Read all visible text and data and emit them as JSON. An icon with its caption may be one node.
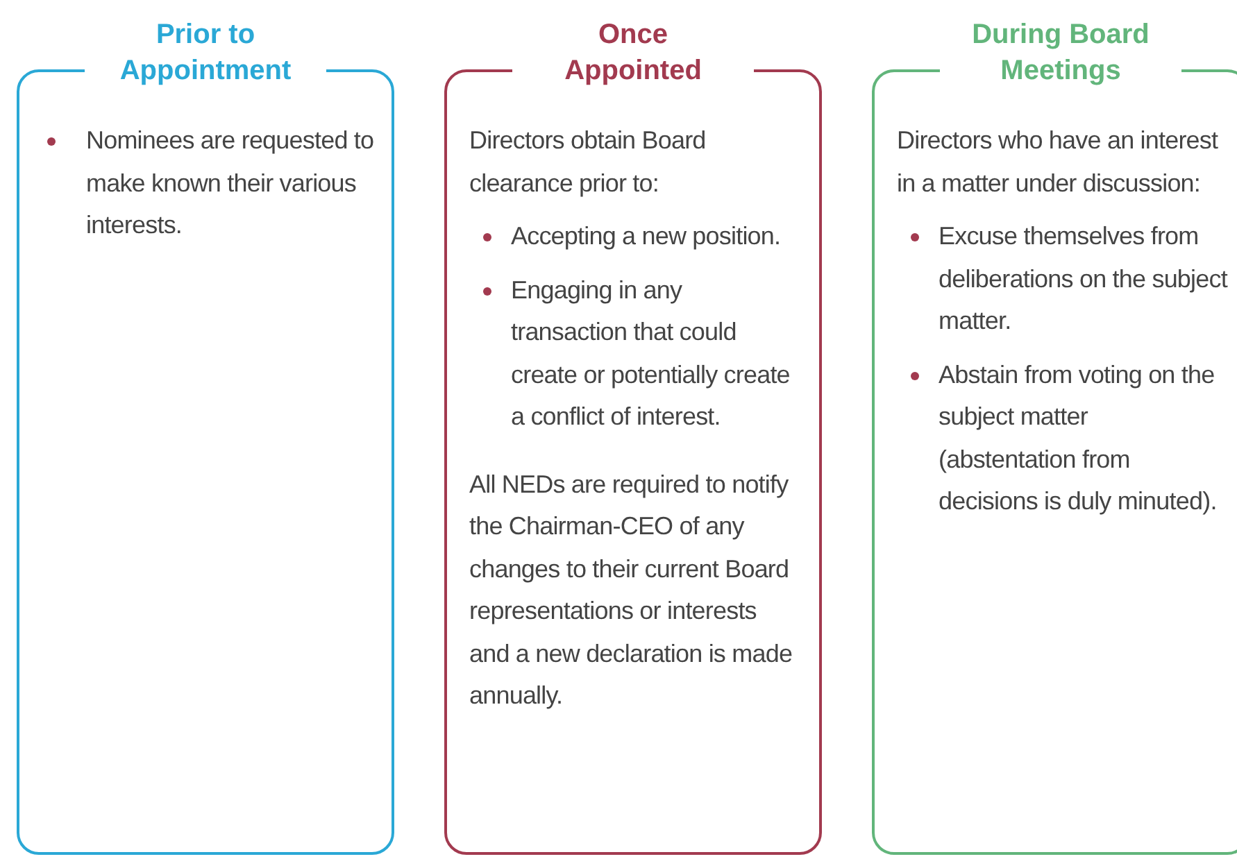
{
  "diagram": {
    "nodes": [
      {
        "text": [
          "Prior to Appointment",
          "Nominees are requested to make known their various interests."
        ]
      },
      {
        "text": [
          "Once Appointed",
          "Directors obtain Board clearance prior to:",
          "Accepting a new position.",
          "Engaging in any transaction that could create or potentially create a conflict of interest.",
          "All NEDs are required to notify the Chairman-CEO of any changes to their current Board representations or interests and a new declaration is made annually."
        ]
      },
      {
        "text": [
          "During Board Meetings",
          "Directors who have an interest in a matter under discussion:",
          "Excuse themselves from deliberations on the subject matter.",
          "Abstain from voting on the subject matter (abstentation from decisions is duly minuted)."
        ]
      }
    ]
  }
}
